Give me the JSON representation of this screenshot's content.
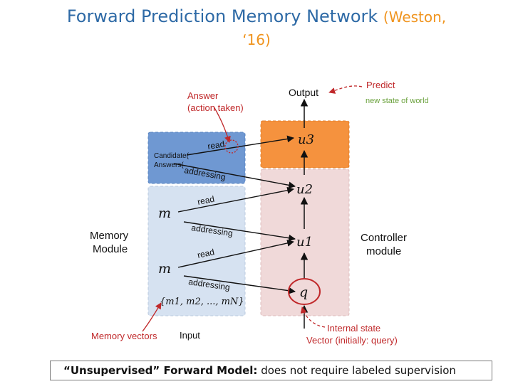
{
  "title": {
    "main": "Forward Prediction Memory Network",
    "cite_part1": "(Weston,",
    "cite_part2": "‘16)"
  },
  "labels": {
    "predict": "Predict",
    "new_state": "new state of world",
    "output": "Output",
    "answer_line1": "Answer",
    "answer_line2": "(action taken)",
    "candidate_line1": "Candidate(",
    "candidate_line2": "Answers(",
    "read": "read",
    "addressing": "addressing",
    "memory_module_line1": "Memory",
    "memory_module_line2": "Module",
    "controller_line1": "Controller",
    "controller_line2": "module",
    "m": "m",
    "u3": "u3",
    "u2": "u2",
    "u1": "u1",
    "q": "q",
    "memory_set": "{m1, m2, ..., mN}",
    "memory_vectors": "Memory vectors",
    "input": "Input",
    "internal_line1": "Internal state",
    "internal_line2": "Vector (initially: query)"
  },
  "footer": {
    "bold": "“Unsupervised” Forward Model:",
    "rest": " does not require labeled supervision"
  },
  "colors": {
    "title_blue": "#2e6aa6",
    "cite_orange": "#f0941e",
    "annotation_red": "#c0282a",
    "candidate_blue": "#6f98d2",
    "memory_blue": "#d6e2f1",
    "controller_pink": "#f0d9d9",
    "u3_orange": "#f5923e"
  }
}
